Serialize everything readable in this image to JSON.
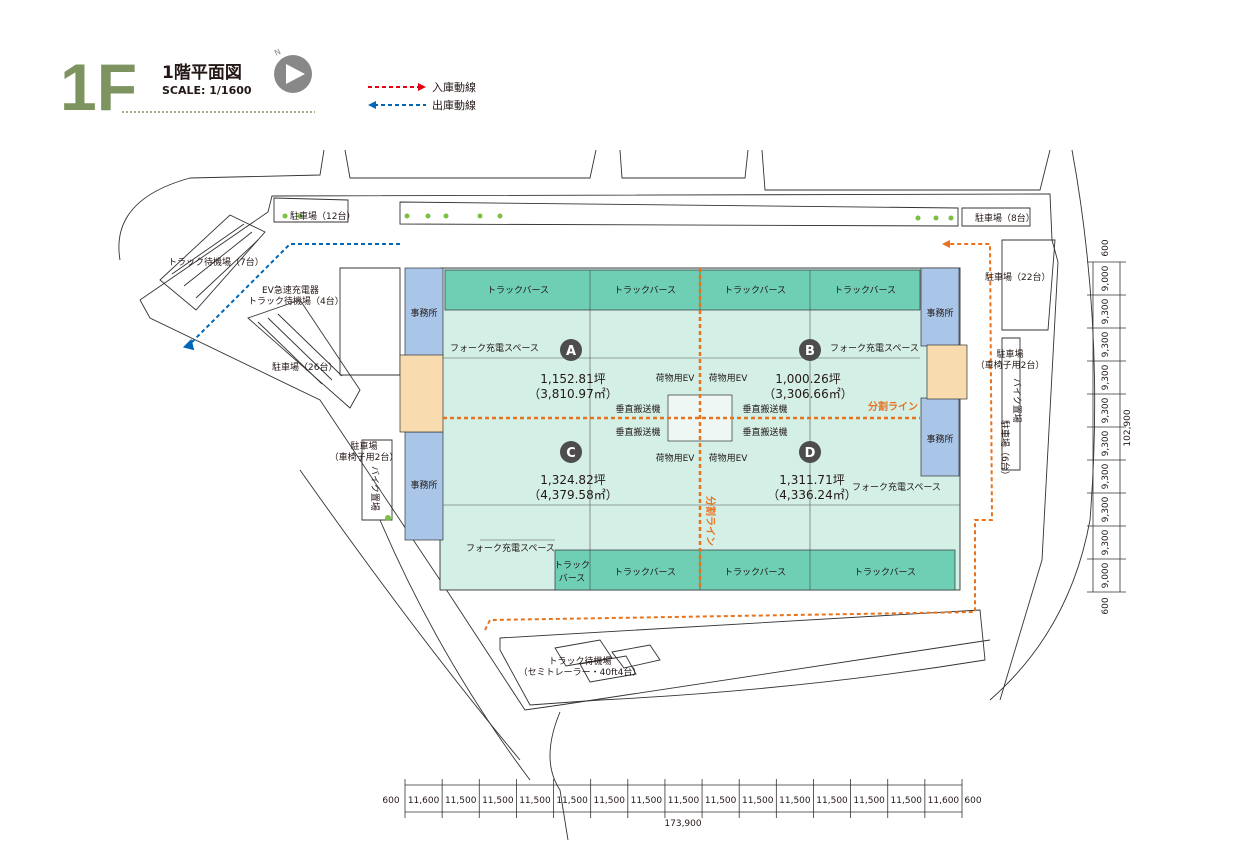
{
  "header": {
    "floor_label": "1F",
    "plan_title": "1階平面図",
    "scale_text": "SCALE: 1/1600",
    "north_mark": "N",
    "north_icon": "north-arrow-icon",
    "accent_color": "#7d9460"
  },
  "legend": {
    "inbound_label": "入庫動線",
    "inbound_color": "#e60012",
    "outbound_label": "出庫動線",
    "outbound_color": "#0068b7"
  },
  "site_labels": {
    "parking_12": "駐車場（12台）",
    "parking_8": "駐車場（8台）",
    "parking_22": "駐車場（22台）",
    "truck_wait_7": "トラック待機場（7台）",
    "ev_charger": "EV急速充電器",
    "truck_wait_4": "トラック待機場（4台）",
    "parking_26": "駐車場（26台）",
    "wheelchair_west_1": "駐車場",
    "wheelchair_west_2": "（車椅子用2台）",
    "bike_west": "バイク置場",
    "wheelchair_east_1": "駐車場",
    "wheelchair_east_2": "（車椅子用2台）",
    "bike_east": "バイク置場",
    "parking_east_6": "駐車場（6台）",
    "truck_wait_semi_1": "トラック待機場",
    "truck_wait_semi_2": "（セミトレーラー・40ft4台）"
  },
  "building": {
    "truck_berth": "トラックバース",
    "truck_berth_split_1": "トラック",
    "truck_berth_split_2": "バース",
    "office": "事務所",
    "forklift_charge": "フォーク充電スペース",
    "cargo_ev": "荷物用EV",
    "vertical_conveyor": "垂直搬送機",
    "split_line": "分割ライン",
    "split_line_color": "#e8731e",
    "berth_color": "#6fcfb5",
    "warehouse_color": "#d3efe6",
    "office_color": "#a9c6e8",
    "core_color": "#f8dcb0"
  },
  "sections": [
    {
      "id": "A",
      "tsubo": "1,152.81坪",
      "sqm": "（3,810.97㎡）"
    },
    {
      "id": "B",
      "tsubo": "1,000.26坪",
      "sqm": "（3,306.66㎡）"
    },
    {
      "id": "C",
      "tsubo": "1,324.82坪",
      "sqm": "（4,379.58㎡）"
    },
    {
      "id": "D",
      "tsubo": "1,311.71坪",
      "sqm": "（4,336.24㎡）"
    }
  ],
  "dimensions": {
    "bottom_spans": [
      "600",
      "11,600",
      "11,500",
      "11,500",
      "11,500",
      "11,500",
      "11,500",
      "11,500",
      "11,500",
      "11,500",
      "11,500",
      "11,500",
      "11,500",
      "11,500",
      "11,500",
      "11,600",
      "600"
    ],
    "bottom_total": "173,900",
    "right_spans": [
      "600",
      "9,000",
      "9,300",
      "9,300",
      "9,300",
      "9,300",
      "9,300",
      "9,300",
      "9,300",
      "9,300",
      "9,000",
      "600"
    ],
    "right_total": "102,900"
  }
}
